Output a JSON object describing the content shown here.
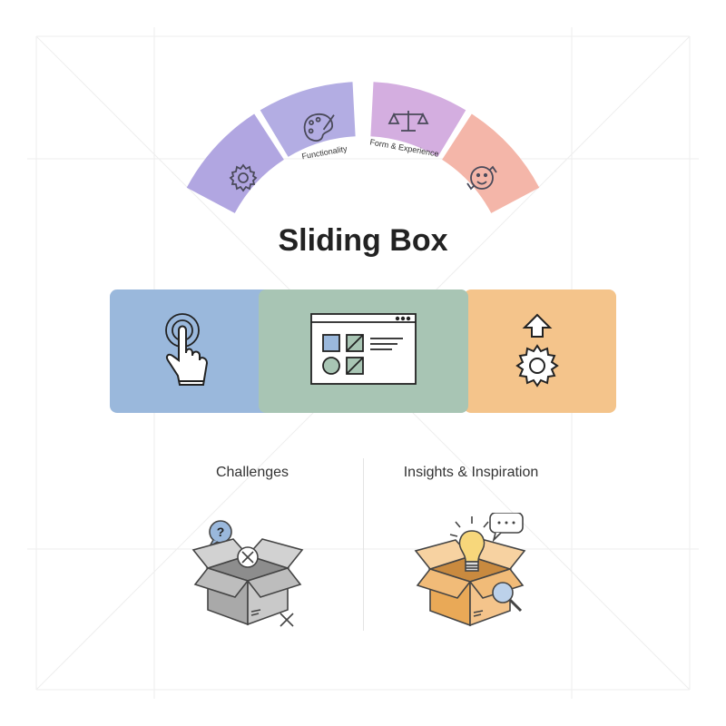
{
  "title": "Sliding Box",
  "arc_segments": [
    {
      "label": "",
      "icon": "gear-icon",
      "color": "#b1a6e1"
    },
    {
      "label": "Functionality",
      "icon": "palette-icon",
      "color": "#b3ade3"
    },
    {
      "label": "Form & Experience",
      "icon": "scales-icon",
      "color": "#d4aee0"
    },
    {
      "label": "",
      "icon": "smiley-icon",
      "color": "#f4b6a9"
    }
  ],
  "panels": [
    {
      "icon": "pointer-hand-icon",
      "color": "#9ab8dc"
    },
    {
      "icon": "browser-window-icon",
      "color": "#a8c5b4"
    },
    {
      "icon": "upload-gear-icon",
      "color": "#f4c48b"
    }
  ],
  "sections": [
    {
      "label": "Challenges",
      "icon": "open-box-question-icon"
    },
    {
      "label": "Insights & Inspiration",
      "icon": "open-box-lightbulb-icon"
    }
  ]
}
